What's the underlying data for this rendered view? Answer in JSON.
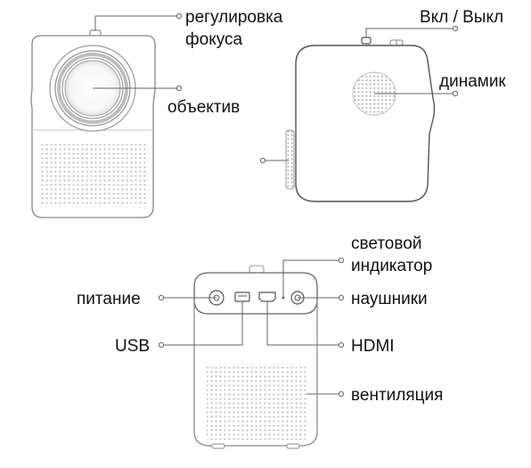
{
  "labels": {
    "focus_line1": "регулировка",
    "focus_line2": "фокуса",
    "lens": "объектив",
    "power_button": "Вкл / Выкл",
    "speaker": "динамик",
    "indicator_line1": "световой",
    "indicator_line2": "индикатор",
    "power": "питание",
    "headphones": "наушники",
    "usb": "USB",
    "hdmi": "HDMI",
    "ventilation": "вентиляция"
  },
  "colors": {
    "outline": "#8a8a8a",
    "dark_outline": "#555555",
    "leader": "#666666",
    "grille": "#b8b8b8",
    "text": "#111111"
  }
}
